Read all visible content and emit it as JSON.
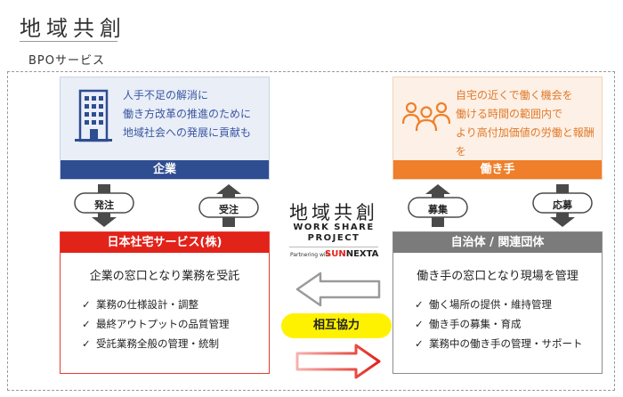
{
  "header": {
    "title": "地域共創",
    "subtitle": "BPOサービス"
  },
  "company": {
    "label": "企業",
    "lines": [
      "人手不足の解消に",
      "働き方改革の推進のために",
      "地域社会への発展に貢献も"
    ],
    "icon": "building-icon",
    "color": "#2f4d91"
  },
  "worker": {
    "label": "働き手",
    "lines": [
      "自宅の近くで働く機会を",
      "働ける時間の範囲内で",
      "より高付加価値の労働と報酬を"
    ],
    "icon": "people-group-icon",
    "color": "#ef7f2a"
  },
  "arrows": {
    "order": "発注",
    "accept": "受注",
    "recruit": "募集",
    "apply": "応募"
  },
  "nihon": {
    "label": "日本社宅サービス(株)",
    "lead": "企業の窓口となり業務を受託",
    "items": [
      "業務の仕様設計・調整",
      "最終アウトプットの品質管理",
      "受託業務全般の管理・統制"
    ],
    "color": "#e2231a"
  },
  "municipality": {
    "label": "自治体 / 関連団体",
    "lead": "働き手の窓口となり現場を管理",
    "items": [
      "働く場所の提供・維持管理",
      "働き手の募集・育成",
      "業務中の働き手の管理・サポート"
    ],
    "color": "#7b7b7b"
  },
  "logo": {
    "title": "地域共創",
    "line1": "WORK SHARE",
    "line2": "PROJECT",
    "partner": "Partnering with",
    "brand_a": "SUN",
    "brand_b": "NEXTA"
  },
  "cooperation": {
    "label": "相互協力",
    "color": "#fff200"
  },
  "check_mark": "✓"
}
